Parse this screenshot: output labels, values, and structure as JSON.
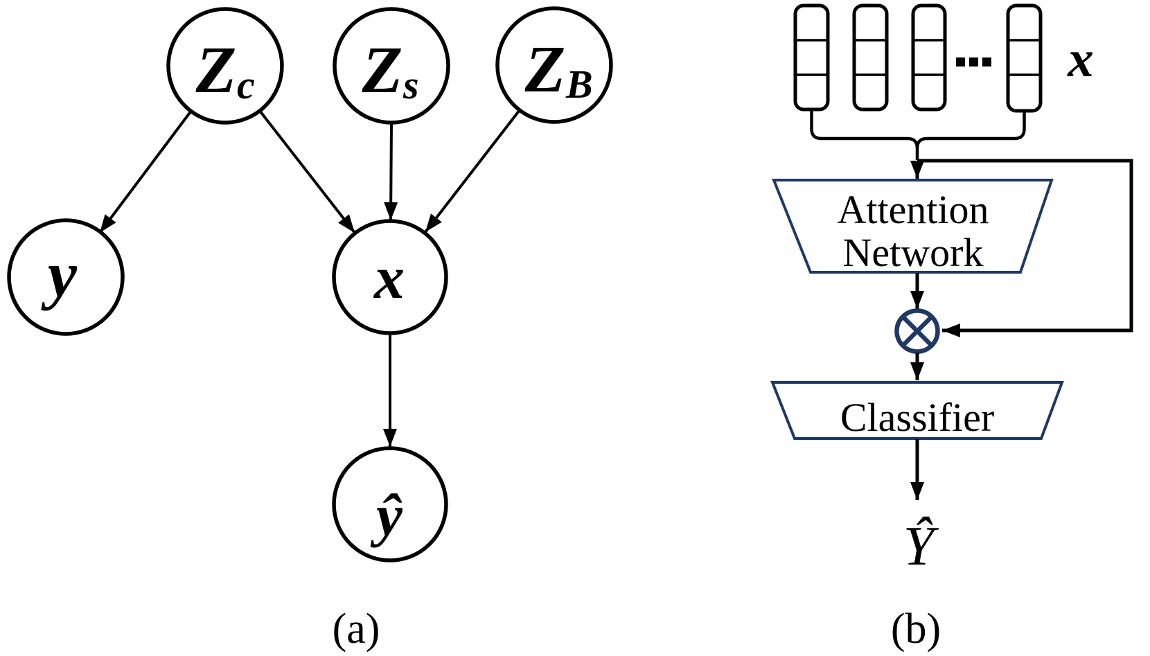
{
  "colors": {
    "navy": "#1f3864",
    "black": "#000000",
    "background": "#ffffff"
  },
  "panel_a": {
    "caption": "(a)",
    "nodes": {
      "zc": {
        "main": "Z",
        "sub": "c"
      },
      "zs": {
        "main": "Z",
        "sub": "s"
      },
      "zb": {
        "main": "Z",
        "sub": "B"
      },
      "y": "y",
      "x": "x",
      "yhat": "ŷ"
    },
    "edges": [
      "Zc->y",
      "Zc->x",
      "Zs->x",
      "ZB->x",
      "x->yhat"
    ]
  },
  "panel_b": {
    "caption": "(b)",
    "input_label": "x",
    "attention_network": {
      "line1": "Attention",
      "line2": "Network"
    },
    "classifier_label": "Classifier",
    "output_label": "Ŷ",
    "flow": [
      "input-vectors->attention-network",
      "attention-network->multiply",
      "input-vectors->multiply (skip)",
      "multiply->classifier",
      "classifier->output"
    ]
  }
}
